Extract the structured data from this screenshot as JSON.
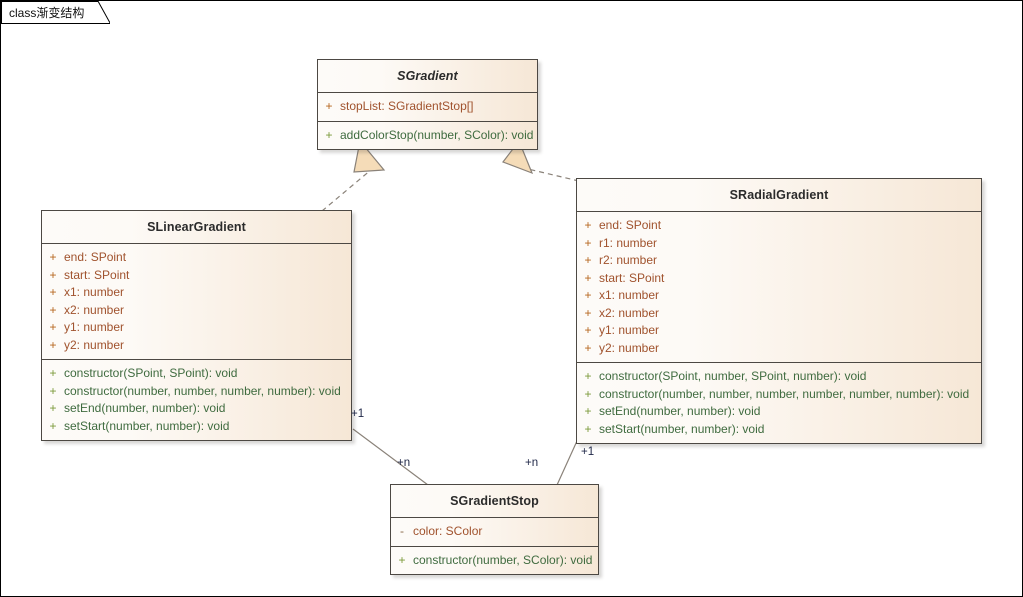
{
  "diagram": {
    "title_prefix": "class",
    "title": "class渐变结构",
    "background": "#ffffff",
    "border_color": "#000000"
  },
  "palette": {
    "class_border": "#4c4843",
    "fill_light": "#fdfbf8",
    "fill_dark": "#f6e7d6",
    "attribute_color": "#a0522d",
    "method_color": "#3f6b3f",
    "visibility_public_attr": "#b5651d",
    "visibility_public_method": "#7a9a3a",
    "link_color": "#8a8279",
    "arrow_fill": "#f5dcb8",
    "multiplicity_color": "#222a4a"
  },
  "classes": [
    {
      "id": "sgradient",
      "name": "SGradient",
      "abstract": true,
      "attributes": [
        {
          "visibility": "+",
          "text": "stopList: SGradientStop[]"
        }
      ],
      "methods": [
        {
          "visibility": "+",
          "text": "addColorStop(number, SColor): void"
        }
      ]
    },
    {
      "id": "slineargradient",
      "name": "SLinearGradient",
      "abstract": false,
      "attributes": [
        {
          "visibility": "+",
          "text": "end: SPoint"
        },
        {
          "visibility": "+",
          "text": "start: SPoint"
        },
        {
          "visibility": "+",
          "text": "x1: number"
        },
        {
          "visibility": "+",
          "text": "x2: number"
        },
        {
          "visibility": "+",
          "text": "y1: number"
        },
        {
          "visibility": "+",
          "text": "y2: number"
        }
      ],
      "methods": [
        {
          "visibility": "+",
          "text": "constructor(SPoint, SPoint): void"
        },
        {
          "visibility": "+",
          "text": "constructor(number, number, number, number): void"
        },
        {
          "visibility": "+",
          "text": "setEnd(number, number): void"
        },
        {
          "visibility": "+",
          "text": "setStart(number, number): void"
        }
      ]
    },
    {
      "id": "sradialgradient",
      "name": "SRadialGradient",
      "abstract": false,
      "attributes": [
        {
          "visibility": "+",
          "text": "end: SPoint"
        },
        {
          "visibility": "+",
          "text": "r1: number"
        },
        {
          "visibility": "+",
          "text": "r2: number"
        },
        {
          "visibility": "+",
          "text": "start: SPoint"
        },
        {
          "visibility": "+",
          "text": "x1: number"
        },
        {
          "visibility": "+",
          "text": "x2: number"
        },
        {
          "visibility": "+",
          "text": "y1: number"
        },
        {
          "visibility": "+",
          "text": "y2: number"
        }
      ],
      "methods": [
        {
          "visibility": "+",
          "text": "constructor(SPoint, number, SPoint, number): void"
        },
        {
          "visibility": "+",
          "text": "constructor(number, number, number, number, number, number): void"
        },
        {
          "visibility": "+",
          "text": "setEnd(number, number): void"
        },
        {
          "visibility": "+",
          "text": "setStart(number, number): void"
        }
      ]
    },
    {
      "id": "sgradientstop",
      "name": "SGradientStop",
      "abstract": false,
      "attributes": [
        {
          "visibility": "-",
          "text": "color: SColor"
        }
      ],
      "methods": [
        {
          "visibility": "+",
          "text": "constructor(number, SColor): void"
        }
      ]
    }
  ],
  "relationships": [
    {
      "type": "generalization",
      "from": "SLinearGradient",
      "to": "SGradient",
      "style": "dashed"
    },
    {
      "type": "generalization",
      "from": "SRadialGradient",
      "to": "SGradient",
      "style": "dashed"
    },
    {
      "type": "association",
      "from": "SLinearGradient",
      "to": "SGradientStop",
      "style": "solid",
      "source_multiplicity": "+1",
      "target_multiplicity": "+n"
    },
    {
      "type": "association",
      "from": "SRadialGradient",
      "to": "SGradientStop",
      "style": "solid",
      "source_multiplicity": "+1",
      "target_multiplicity": "+n"
    }
  ],
  "multiplicity_labels": {
    "linear_one": "+1",
    "linear_many": "+n",
    "radial_many": "+n",
    "radial_one": "+1"
  }
}
